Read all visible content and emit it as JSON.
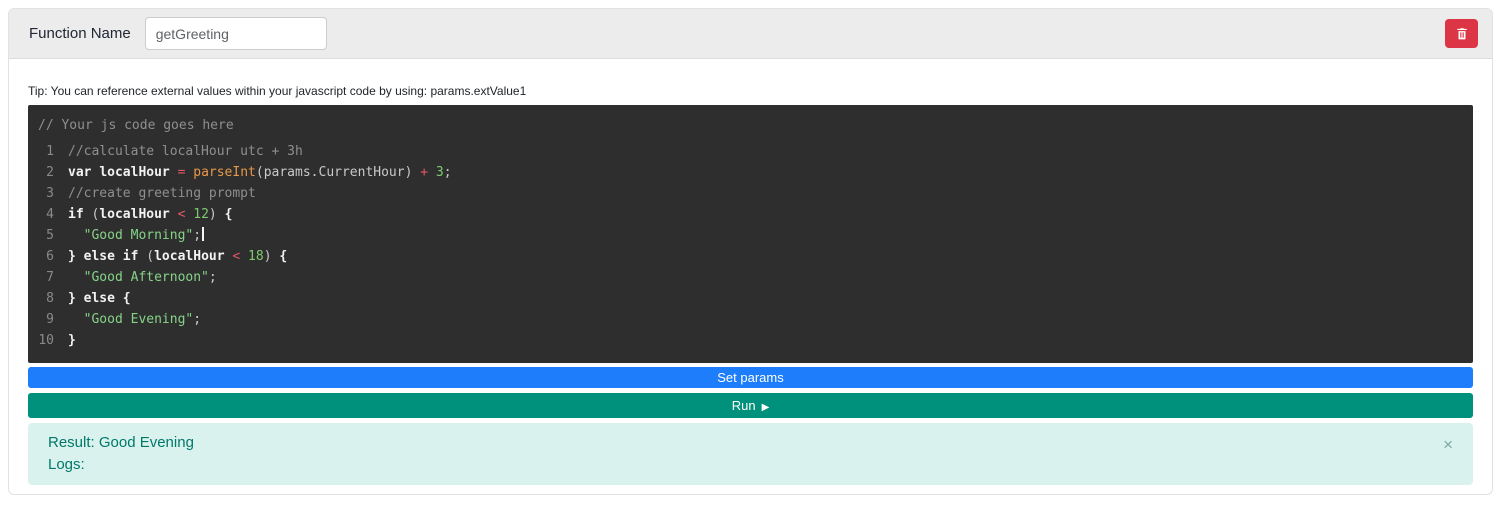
{
  "header": {
    "function_name_label": "Function Name",
    "function_name_value": "getGreeting",
    "delete_button_color": "#dc3545"
  },
  "body": {
    "tip": "Tip: You can reference external values within your javascript code by using: params.extValue1"
  },
  "editor": {
    "background": "#2e2e2e",
    "header_comment": "// Your js code goes here",
    "lines": [
      {
        "num": "1",
        "tokens": [
          {
            "t": "comment",
            "text": "//calculate localHour utc + 3h"
          }
        ]
      },
      {
        "num": "2",
        "tokens": [
          {
            "t": "keyword",
            "text": "var"
          },
          {
            "t": "plain",
            "text": " "
          },
          {
            "t": "ident",
            "text": "localHour"
          },
          {
            "t": "plain",
            "text": " "
          },
          {
            "t": "operator",
            "text": "="
          },
          {
            "t": "plain",
            "text": " "
          },
          {
            "t": "func",
            "text": "parseInt"
          },
          {
            "t": "plain",
            "text": "(params.CurrentHour) "
          },
          {
            "t": "operator",
            "text": "+"
          },
          {
            "t": "plain",
            "text": " "
          },
          {
            "t": "number",
            "text": "3"
          },
          {
            "t": "plain",
            "text": ";"
          }
        ]
      },
      {
        "num": "3",
        "tokens": [
          {
            "t": "comment",
            "text": "//create greeting prompt"
          }
        ]
      },
      {
        "num": "4",
        "tokens": [
          {
            "t": "keyword",
            "text": "if"
          },
          {
            "t": "plain",
            "text": " ("
          },
          {
            "t": "ident",
            "text": "localHour"
          },
          {
            "t": "plain",
            "text": " "
          },
          {
            "t": "operator",
            "text": "<"
          },
          {
            "t": "plain",
            "text": " "
          },
          {
            "t": "number",
            "text": "12"
          },
          {
            "t": "plain",
            "text": ") "
          },
          {
            "t": "ident",
            "text": "{"
          }
        ]
      },
      {
        "num": "5",
        "cursor": true,
        "tokens": [
          {
            "t": "plain",
            "text": "  "
          },
          {
            "t": "string",
            "text": "\"Good Morning\""
          },
          {
            "t": "plain",
            "text": ";"
          }
        ]
      },
      {
        "num": "6",
        "tokens": [
          {
            "t": "ident",
            "text": "}"
          },
          {
            "t": "plain",
            "text": " "
          },
          {
            "t": "keyword",
            "text": "else"
          },
          {
            "t": "plain",
            "text": " "
          },
          {
            "t": "keyword",
            "text": "if"
          },
          {
            "t": "plain",
            "text": " ("
          },
          {
            "t": "ident",
            "text": "localHour"
          },
          {
            "t": "plain",
            "text": " "
          },
          {
            "t": "operator",
            "text": "<"
          },
          {
            "t": "plain",
            "text": " "
          },
          {
            "t": "number",
            "text": "18"
          },
          {
            "t": "plain",
            "text": ") "
          },
          {
            "t": "ident",
            "text": "{"
          }
        ]
      },
      {
        "num": "7",
        "tokens": [
          {
            "t": "plain",
            "text": "  "
          },
          {
            "t": "string",
            "text": "\"Good Afternoon\""
          },
          {
            "t": "plain",
            "text": ";"
          }
        ]
      },
      {
        "num": "8",
        "tokens": [
          {
            "t": "ident",
            "text": "}"
          },
          {
            "t": "plain",
            "text": " "
          },
          {
            "t": "keyword",
            "text": "else"
          },
          {
            "t": "plain",
            "text": " "
          },
          {
            "t": "ident",
            "text": "{"
          }
        ]
      },
      {
        "num": "9",
        "tokens": [
          {
            "t": "plain",
            "text": "  "
          },
          {
            "t": "string",
            "text": "\"Good Evening\""
          },
          {
            "t": "plain",
            "text": ";"
          }
        ]
      },
      {
        "num": "10",
        "tokens": [
          {
            "t": "ident",
            "text": "}"
          }
        ]
      }
    ]
  },
  "buttons": {
    "set_params_label": "Set params",
    "set_params_color": "#1d7dfb",
    "run_label": "Run",
    "run_icon_glyph": "▶",
    "run_color": "#00917c"
  },
  "result_alert": {
    "result_line": "Result: Good Evening",
    "logs_line": "Logs:",
    "close_glyph": "×",
    "background": "#d9f2ee",
    "text_color": "#00786a"
  }
}
